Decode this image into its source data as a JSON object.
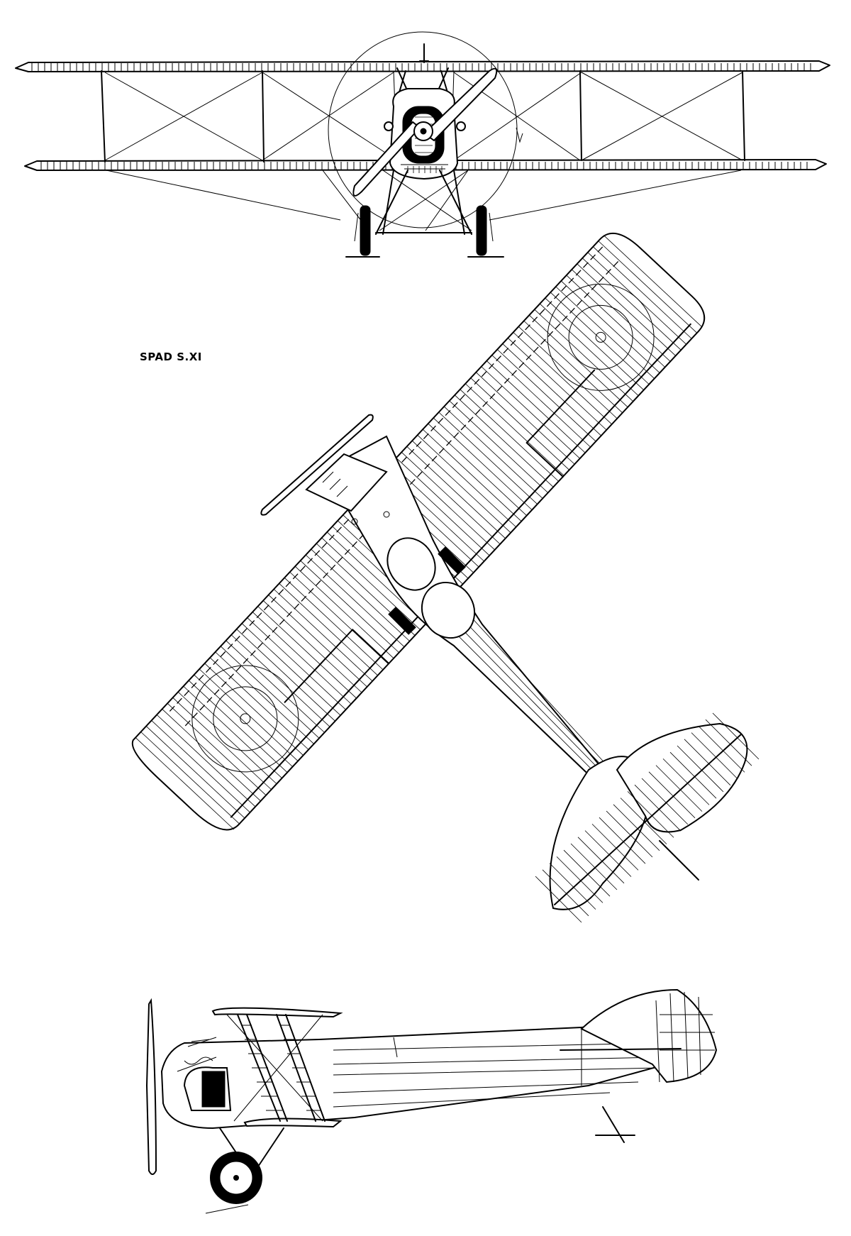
{
  "drawing": {
    "title": "SPAD S.XI",
    "views": [
      {
        "name": "front-view"
      },
      {
        "name": "top-view"
      },
      {
        "name": "side-view"
      }
    ],
    "colors": {
      "ink": "#000000",
      "paper": "#ffffff"
    }
  }
}
